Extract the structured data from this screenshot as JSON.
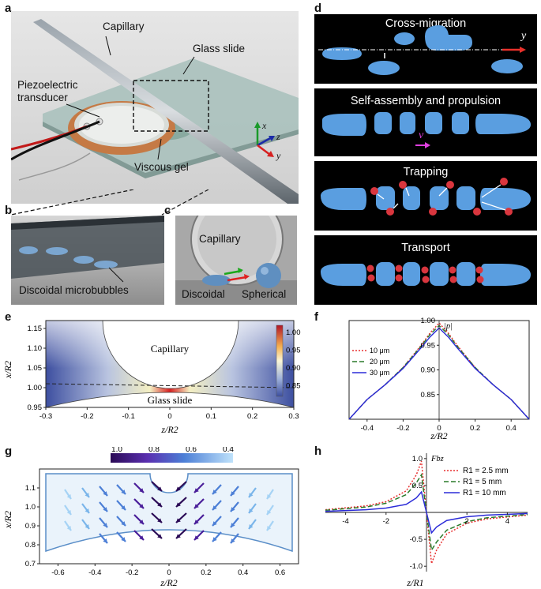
{
  "panels": {
    "a": "a",
    "b": "b",
    "c": "c",
    "d": "d",
    "e": "e",
    "f": "f",
    "g": "g",
    "h": "h"
  },
  "a": {
    "capillary": "Capillary",
    "glass_slide": "Glass slide",
    "piezo_line1": "Piezoelectric",
    "piezo_line2": "transducer",
    "viscous_gel": "Viscous gel",
    "axis_x": "x",
    "axis_z": "z",
    "axis_y": "y"
  },
  "b": {
    "label": "Discoidal microbubbles"
  },
  "c": {
    "capillary": "Capillary",
    "discoidal": "Discoidal",
    "spherical": "Spherical"
  },
  "d": {
    "titles": [
      "Cross-migration",
      "Self-assembly and propulsion",
      "Trapping",
      "Transport"
    ],
    "y_label": "y",
    "v_label": "v"
  },
  "colors": {
    "bubble": "#5a9ee0",
    "particle": "#d9363e",
    "arrow_red": "#e8302a",
    "arrow_magenta": "#e040e0"
  },
  "chart_data": [
    {
      "id": "e",
      "type": "heatmap",
      "xlabel": "z/R2",
      "ylabel": "x/R2",
      "xlim": [
        -0.3,
        0.3
      ],
      "ylim": [
        0.95,
        1.17
      ],
      "xticks": [
        "-0.3",
        "-0.2",
        "-0.1",
        "0",
        "0.1",
        "0.2",
        "0.3"
      ],
      "yticks": [
        "0.95",
        "1.00",
        "1.05",
        "1.10",
        "1.15"
      ],
      "colorbar": {
        "ticks": [
          "1.00",
          "0.95",
          "0.90",
          "0.85"
        ],
        "range": [
          0.82,
          1.02
        ]
      },
      "annotations": [
        "Capillary",
        "Glass slide"
      ]
    },
    {
      "id": "f",
      "type": "line",
      "title": "|p|",
      "xlabel": "z/R2",
      "xlim": [
        -0.5,
        0.5
      ],
      "ylim": [
        0.8,
        1.0
      ],
      "xticks": [
        "-0.4",
        "-0.2",
        "0",
        "0.2",
        "0.4"
      ],
      "yticks": [
        "0.85",
        "0.90",
        "0.95",
        "1.00"
      ],
      "series": [
        {
          "name": "10 μm",
          "color": "#e83030",
          "style": "dotted",
          "x": [
            -0.5,
            -0.4,
            -0.3,
            -0.2,
            -0.1,
            -0.05,
            0,
            0.05,
            0.1,
            0.2,
            0.3,
            0.4,
            0.5
          ],
          "values": [
            0.8,
            0.84,
            0.87,
            0.905,
            0.95,
            0.975,
            0.995,
            0.975,
            0.95,
            0.905,
            0.87,
            0.84,
            0.8
          ]
        },
        {
          "name": "20 μm",
          "color": "#2a7a2a",
          "style": "dashed",
          "x": [
            -0.5,
            -0.4,
            -0.3,
            -0.2,
            -0.1,
            -0.05,
            0,
            0.05,
            0.1,
            0.2,
            0.3,
            0.4,
            0.5
          ],
          "values": [
            0.8,
            0.84,
            0.87,
            0.905,
            0.948,
            0.972,
            0.99,
            0.972,
            0.948,
            0.905,
            0.87,
            0.84,
            0.8
          ]
        },
        {
          "name": "30 μm",
          "color": "#2b2bd8",
          "style": "solid",
          "x": [
            -0.5,
            -0.4,
            -0.3,
            -0.2,
            -0.1,
            -0.05,
            0,
            0.05,
            0.1,
            0.2,
            0.3,
            0.4,
            0.5
          ],
          "values": [
            0.8,
            0.84,
            0.87,
            0.903,
            0.945,
            0.967,
            0.985,
            0.967,
            0.945,
            0.903,
            0.87,
            0.84,
            0.8
          ]
        }
      ]
    },
    {
      "id": "g",
      "type": "heatmap",
      "xlabel": "z/R2",
      "ylabel": "x/R2",
      "xlim": [
        -0.7,
        0.7
      ],
      "ylim": [
        0.7,
        1.2
      ],
      "xticks": [
        "-0.6",
        "-0.4",
        "-0.2",
        "0",
        "0.2",
        "0.4",
        "0.6"
      ],
      "yticks": [
        "0.7",
        "0.8",
        "0.9",
        "1.0",
        "1.1"
      ],
      "colorbar": {
        "ticks": [
          "1.0",
          "0.8",
          "0.6",
          "0.4"
        ]
      }
    },
    {
      "id": "h",
      "type": "line",
      "title": "Fbz",
      "xlabel": "z/R1",
      "xlim": [
        -5,
        5
      ],
      "ylim": [
        -1.1,
        1.1
      ],
      "xticks": [
        "-4",
        "-2",
        "2",
        "4"
      ],
      "yticks": [
        "1.0",
        "0.5",
        "-0.5",
        "-1.0"
      ],
      "series": [
        {
          "name": "R1 = 2.5 mm",
          "color": "#e83030",
          "style": "dotted",
          "x": [
            -5,
            -3,
            -2,
            -1,
            -0.5,
            -0.25,
            0,
            0.25,
            0.5,
            1,
            2,
            3,
            5
          ],
          "values": [
            0.05,
            0.12,
            0.2,
            0.4,
            0.7,
            0.95,
            0,
            -0.95,
            -0.7,
            -0.4,
            -0.2,
            -0.12,
            -0.05
          ]
        },
        {
          "name": "R1 = 5 mm",
          "color": "#2a7a2a",
          "style": "dashed",
          "x": [
            -5,
            -3,
            -2,
            -1,
            -0.5,
            -0.25,
            0,
            0.25,
            0.5,
            1,
            2,
            3,
            5
          ],
          "values": [
            0.04,
            0.1,
            0.17,
            0.33,
            0.55,
            0.7,
            0,
            -0.7,
            -0.55,
            -0.33,
            -0.17,
            -0.1,
            -0.04
          ]
        },
        {
          "name": "R1 = 10 mm",
          "color": "#2b2bd8",
          "style": "solid",
          "x": [
            -5,
            -3,
            -2,
            -1,
            -0.5,
            -0.25,
            0,
            0.25,
            0.5,
            1,
            2,
            3,
            5
          ],
          "values": [
            0.02,
            0.05,
            0.08,
            0.15,
            0.27,
            0.38,
            0,
            -0.38,
            -0.27,
            -0.15,
            -0.08,
            -0.05,
            -0.02
          ]
        }
      ]
    }
  ]
}
